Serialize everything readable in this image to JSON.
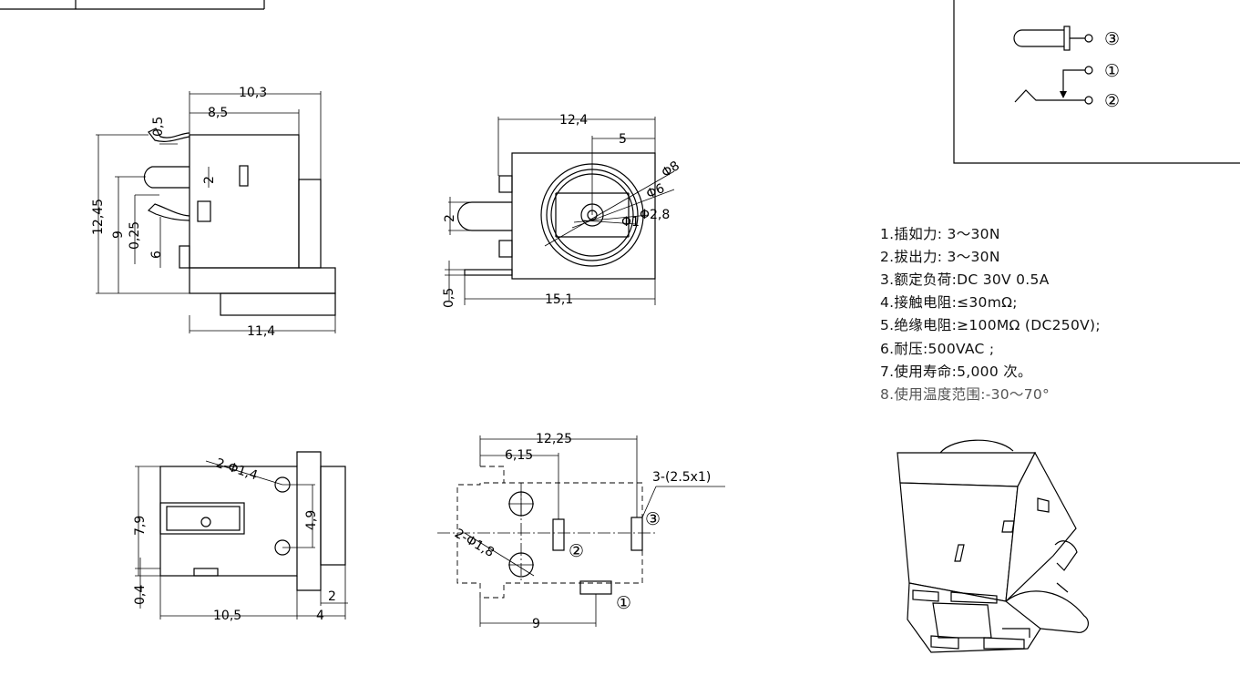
{
  "side_view": {
    "d_10_3": "10,3",
    "d_8_5": "8,5",
    "d_0_5": "0,5",
    "d_2": "2",
    "d_12_45": "12,45",
    "d_9": "9",
    "d_0_25": "0,25",
    "d_6": "6",
    "d_11_4": "11,4"
  },
  "front_view": {
    "d_12_4": "12,4",
    "d_5": "5",
    "d_phi8": "Φ8",
    "d_phi6": "Φ6",
    "d_phi2_8": "Φ2,8",
    "d_phi1": "Φ1",
    "d_2": "2",
    "d_0_5": "0,5",
    "d_15_1": "15,1"
  },
  "bottom_view": {
    "d_2phi1_4": "2-Φ1,4",
    "d_7_9": "7,9",
    "d_4_9": "4,9",
    "d_0_4": "0,4",
    "d_10_5": "10,5",
    "d_4": "4",
    "d_2": "2"
  },
  "pcb_layout": {
    "d_12_25": "12,25",
    "d_6_15": "6,15",
    "d_3slot": "3-(2.5x1)",
    "d_2phi1_8": "2-Φ1,8",
    "d_9": "9",
    "pin1": "①",
    "pin2": "②",
    "pin3": "③"
  },
  "schematic": {
    "pin3": "③",
    "pin1": "①",
    "pin2": "②"
  },
  "specs": [
    "1.插如力:  3～30N",
    "2.拔出力:  3～30N",
    "3.额定负荷:DC 30V 0.5A",
    "4.接触电阻:≤30mΩ;",
    "5.绝缘电阻:≥100MΩ (DC250V);",
    "6.耐压:500VAC ;",
    "7.使用寿命:5,000 次。",
    "8.使用温度范围:-30～70°"
  ]
}
